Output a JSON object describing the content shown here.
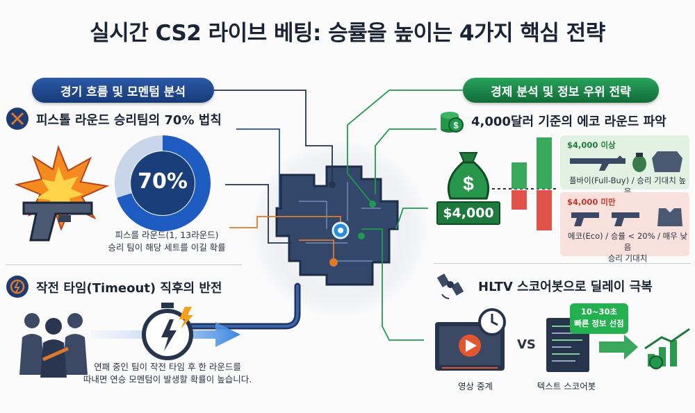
{
  "title": "실시간 CS2 라이브 베팅: 승률을 높이는 4가지 핵심 전략",
  "left_section": {
    "label": "경기 흐름 및 모멘텀 분석",
    "pistol": {
      "heading": "피스톨 라운드 승리팀의 70% 법칙",
      "percent": "70%",
      "percent_value": 0.7,
      "caption_line1": "피스를 라운드(1, 13라운드)",
      "caption_line2": "승리 팀이 해당 세트를 이길 확률"
    },
    "timeout": {
      "heading": "작전 타임(Timeout) 직후의 반전",
      "caption_line1": "연패 중인 팀이 작전 타임 후 한 라운드를",
      "caption_line2": "따내면 연승 모멘텀이 발생할 확률이 높습니다."
    }
  },
  "right_section": {
    "label": "경제 분석 및 정보 우위 전략",
    "eco": {
      "heading": "4,000달러 기준의 에코 라운드 파악",
      "money": "$4,000",
      "above_title": "$4,000 이상",
      "above_caption": "풀바이(Full-Buy) / 승리 기대치 높음",
      "below_title": "$4,000 미만",
      "below_caption_line1": "에코(Eco) / 승률 < 20% / 매우 낮음",
      "below_caption_line2": "승리 기대치"
    },
    "hltv": {
      "heading": "HLTV 스코어봇으로 딜레이 극복",
      "bubble_line1": "10~30초",
      "bubble_line2": "빠른 정보 선점",
      "vs": "VS",
      "video_label": "영상 중계",
      "text_label": "텍스트 스코어봇"
    }
  },
  "colors": {
    "blue": "#1f4f9a",
    "green": "#1f9a4c",
    "orange": "#e07a2a",
    "red": "#d64030",
    "navy": "#26344c"
  }
}
